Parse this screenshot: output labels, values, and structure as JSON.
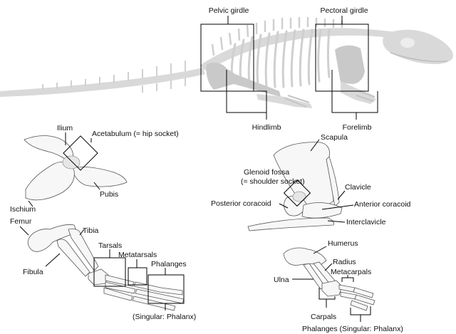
{
  "labels": {
    "pelvic_girdle": "Pelvic girdle",
    "pectoral_girdle": "Pectoral girdle",
    "hindlimb": "Hindlimb",
    "forelimb": "Forelimb",
    "ilium": "Ilium",
    "acetabulum": "Acetabulum (= hip socket)",
    "pubis": "Pubis",
    "ischium": "Ischium",
    "femur": "Femur",
    "tibia": "Tibia",
    "fibula": "Fibula",
    "tarsals": "Tarsals",
    "metatarsals": "Metatarsals",
    "phalanges": "Phalanges",
    "phalanx_note": "(Singular: Phalanx)",
    "scapula": "Scapula",
    "glenoid_line1": "Glenoid fossa",
    "glenoid_line2": "(= shoulder socket)",
    "clavicle": "Clavicle",
    "posterior_coracoid": "Posterior coracoid",
    "anterior_coracoid": "Anterior coracoid",
    "interclavicle": "Interclavicle",
    "humerus": "Humerus",
    "radius": "Radius",
    "metacarpals": "Metacarpals",
    "ulna": "Ulna",
    "carpals": "Carpals",
    "phalanges_singular": "Phalanges (Singular: Phalanx)"
  }
}
